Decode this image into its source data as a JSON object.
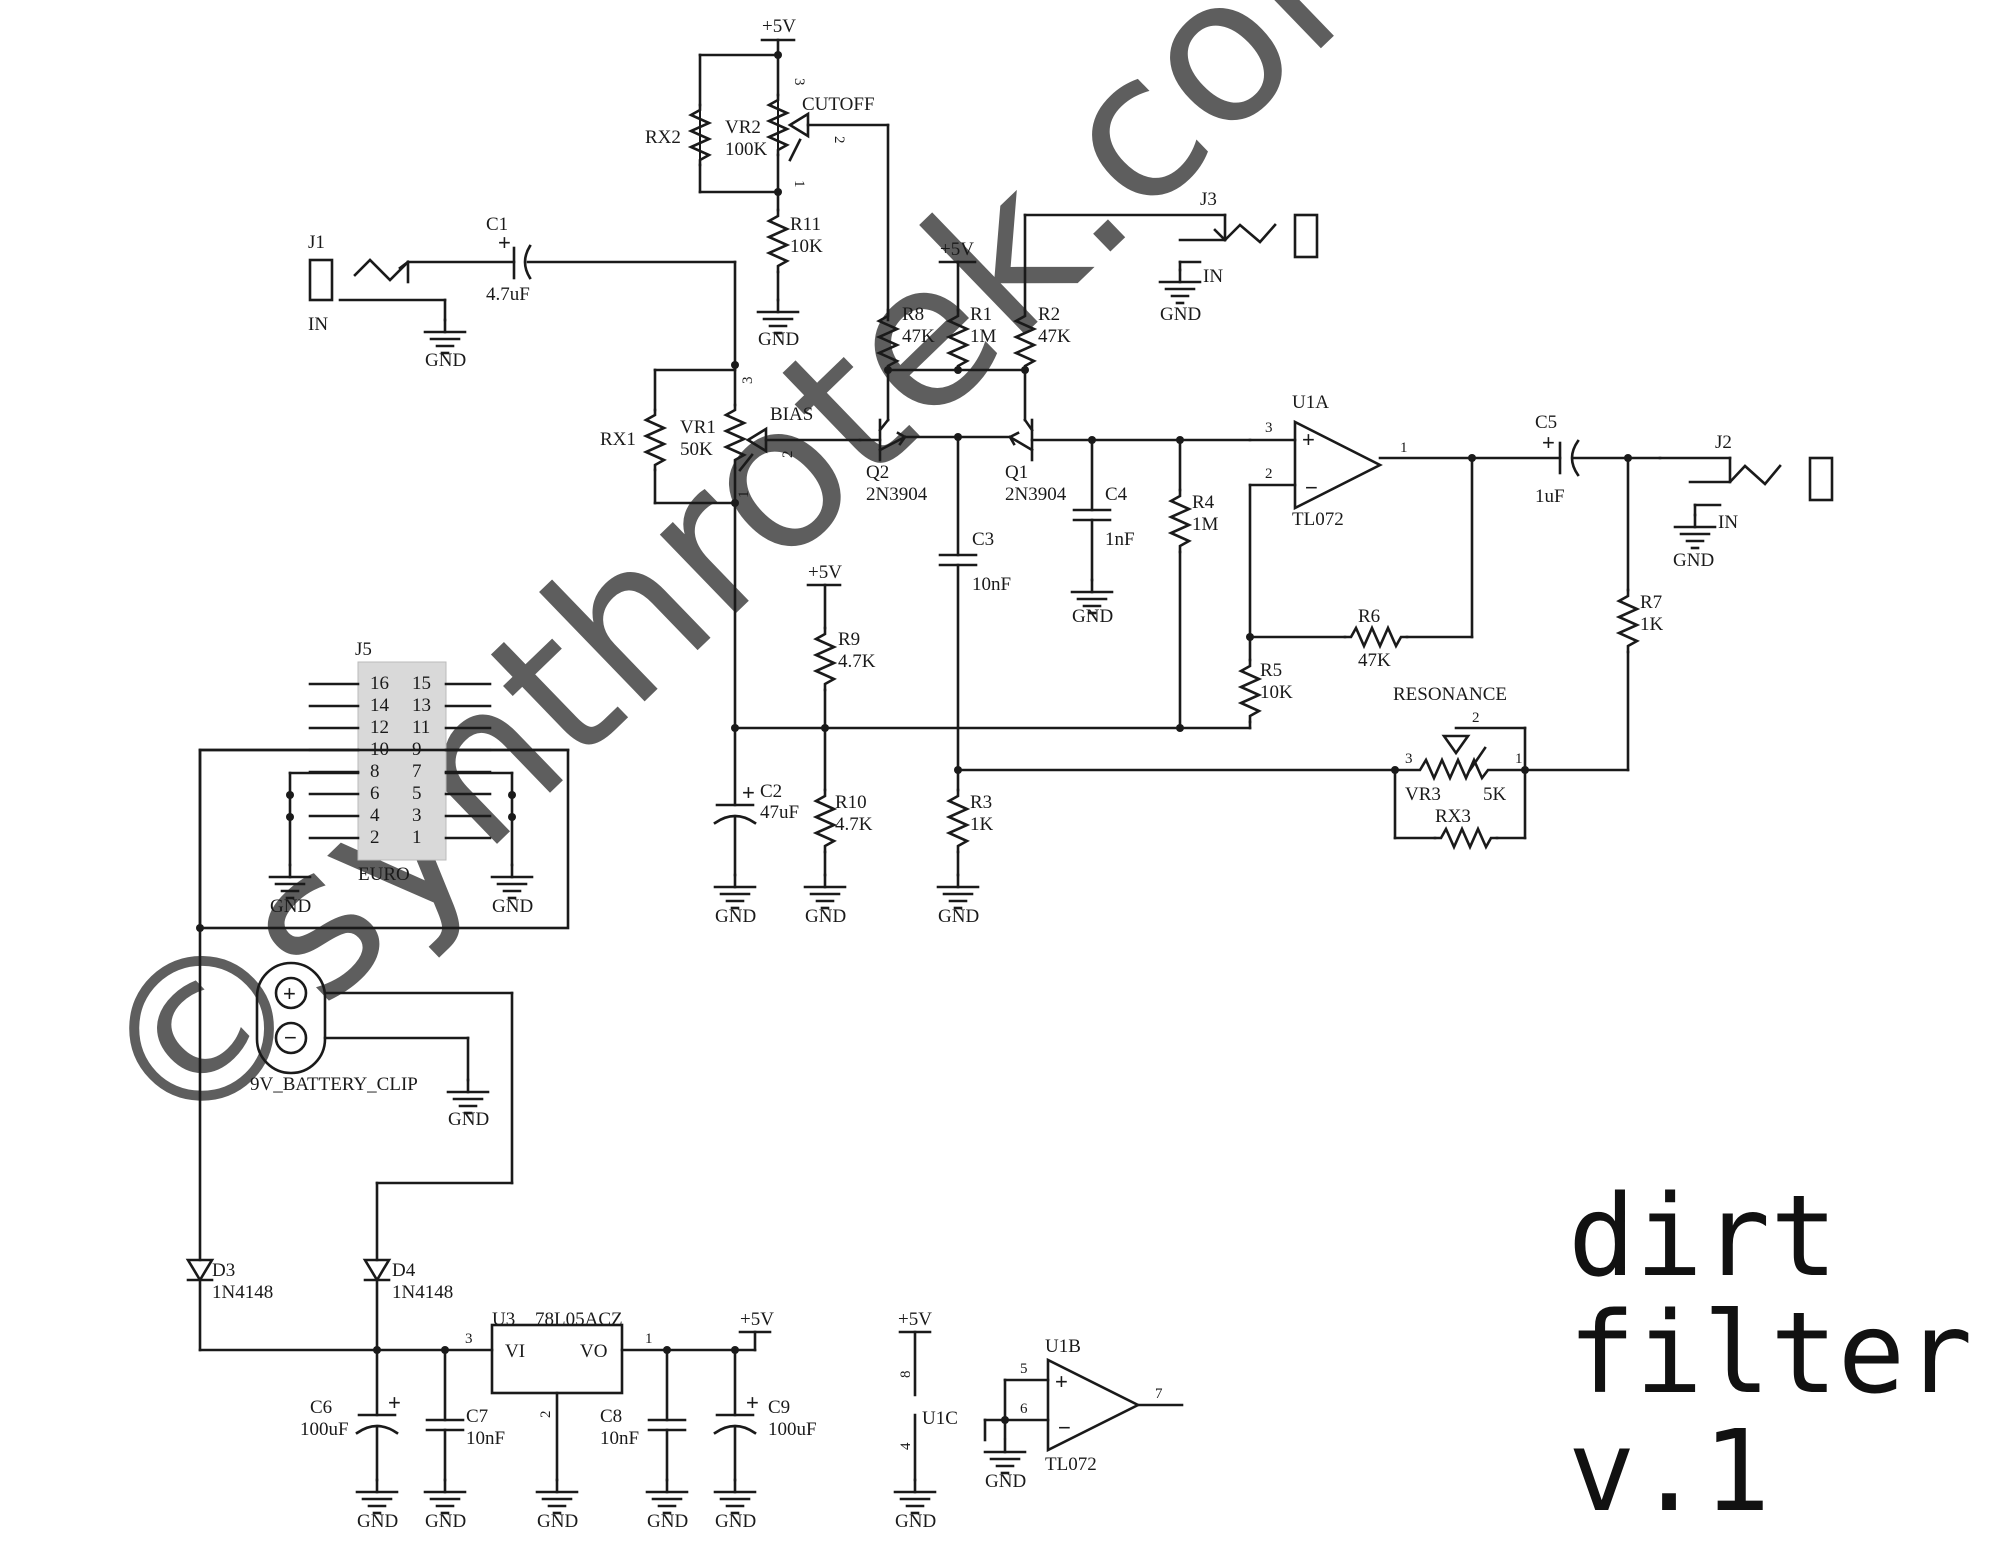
{
  "title": {
    "line1": "dirt",
    "line2": "filter",
    "line3": "v.1"
  },
  "watermark": "©synthrotek.com",
  "power": {
    "vcc": "+5V",
    "gnd": "GND"
  },
  "jacks": {
    "j1": {
      "ref": "J1",
      "label": "IN"
    },
    "j2": {
      "ref": "J2",
      "label": "IN"
    },
    "j3": {
      "ref": "J3",
      "label": "IN"
    },
    "j5": {
      "ref": "J5",
      "label": "EURO",
      "pins_left": [
        "16",
        "14",
        "12",
        "10",
        "8",
        "6",
        "4",
        "2"
      ],
      "pins_right": [
        "15",
        "13",
        "11",
        "9",
        "7",
        "5",
        "3",
        "1"
      ]
    }
  },
  "pots": {
    "vr1": {
      "ref": "VR1",
      "value": "50K",
      "name": "BIAS"
    },
    "vr2": {
      "ref": "VR2",
      "value": "100K",
      "name": "CUTOFF"
    },
    "vr3": {
      "ref": "VR3",
      "value": "5K",
      "name": "RESONANCE"
    }
  },
  "resistors": {
    "rx1": {
      "ref": "RX1"
    },
    "rx2": {
      "ref": "RX2"
    },
    "rx3": {
      "ref": "RX3"
    },
    "r1": {
      "ref": "R1",
      "value": "1M"
    },
    "r2": {
      "ref": "R2",
      "value": "47K"
    },
    "r3": {
      "ref": "R3",
      "value": "1K"
    },
    "r4": {
      "ref": "R4",
      "value": "1M"
    },
    "r5": {
      "ref": "R5",
      "value": "10K"
    },
    "r6": {
      "ref": "R6",
      "value": "47K"
    },
    "r7": {
      "ref": "R7",
      "value": "1K"
    },
    "r8": {
      "ref": "R8",
      "value": "47K"
    },
    "r9": {
      "ref": "R9",
      "value": "4.7K"
    },
    "r10": {
      "ref": "R10",
      "value": "4.7K"
    },
    "r11": {
      "ref": "R11",
      "value": "10K"
    }
  },
  "capacitors": {
    "c1": {
      "ref": "C1",
      "value": "4.7uF"
    },
    "c2": {
      "ref": "C2",
      "value": "47uF"
    },
    "c3": {
      "ref": "C3",
      "value": "10nF"
    },
    "c4": {
      "ref": "C4",
      "value": "1nF"
    },
    "c5": {
      "ref": "C5",
      "value": "1uF"
    },
    "c6": {
      "ref": "C6",
      "value": "100uF"
    },
    "c7": {
      "ref": "C7",
      "value": "10nF"
    },
    "c8": {
      "ref": "C8",
      "value": "10nF"
    },
    "c9": {
      "ref": "C9",
      "value": "100uF"
    }
  },
  "transistors": {
    "q1": {
      "ref": "Q1",
      "value": "2N3904"
    },
    "q2": {
      "ref": "Q2",
      "value": "2N3904"
    }
  },
  "opamps": {
    "u1a": {
      "ref": "U1A",
      "value": "TL072"
    },
    "u1b": {
      "ref": "U1B",
      "value": "TL072"
    },
    "u1c": {
      "ref": "U1C"
    }
  },
  "diodes": {
    "d3": {
      "ref": "D3",
      "value": "1N4148"
    },
    "d4": {
      "ref": "D4",
      "value": "1N4148"
    }
  },
  "regulator": {
    "ref": "U3",
    "value": "78L05ACZ",
    "vi": "VI",
    "vo": "VO"
  },
  "battery": {
    "name": "9V_BATTERY_CLIP"
  }
}
